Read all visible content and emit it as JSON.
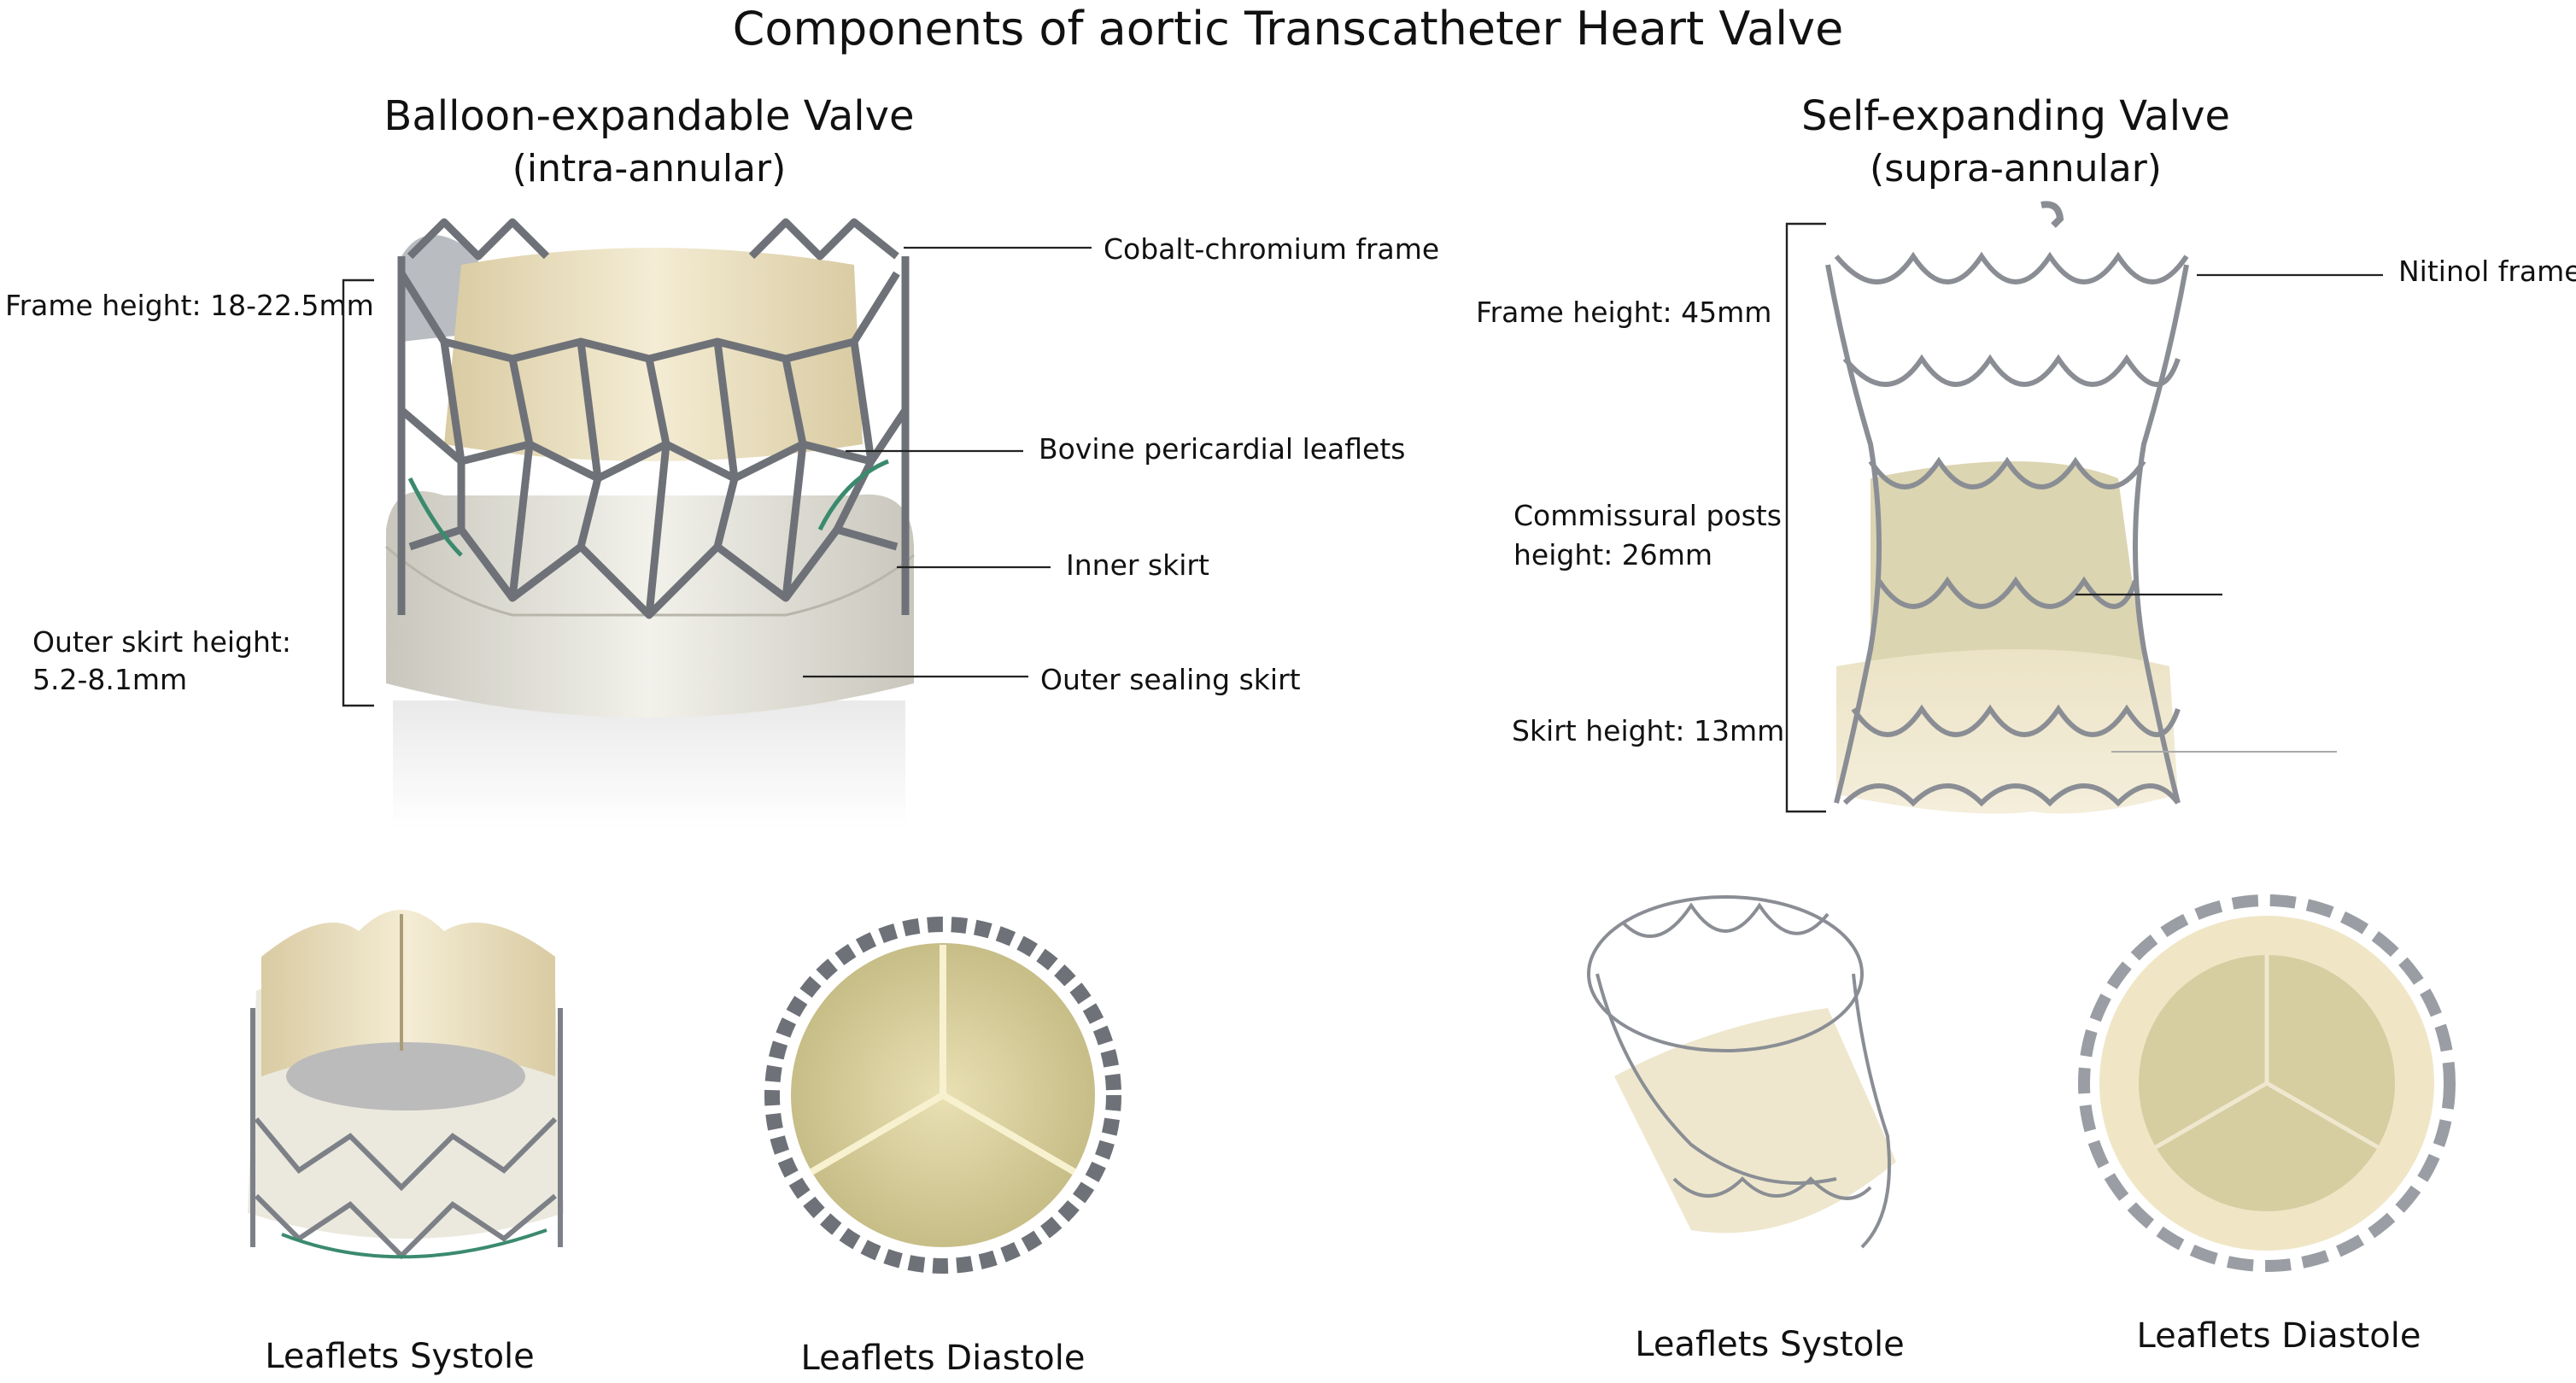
{
  "title": "Components of aortic Transcatheter Heart Valve",
  "left": {
    "heading": "Balloon-expandable Valve",
    "subheading": "(intra-annular)",
    "labels": {
      "frame": "Cobalt-chromium frame",
      "leaflets": "Bovine pericardial leaflets",
      "inner_skirt": "Inner skirt",
      "outer_skirt": "Outer sealing skirt",
      "frame_height": "Frame height: 18-22.5mm",
      "outer_skirt_height_line1": "Outer skirt height:",
      "outer_skirt_height_line2": "5.2-8.1mm"
    },
    "captions": {
      "systole": "Leaflets Systole",
      "diastole": "Leaflets Diastole"
    }
  },
  "right": {
    "heading": "Self-expanding Valve",
    "subheading": "(supra-annular)",
    "labels": {
      "frame": "Nitinol frame",
      "frame_height": "Frame height: 45mm",
      "commissural_line1": "Commissural posts",
      "commissural_line2": "height: 26mm",
      "skirt_height": "Skirt height: 13mm"
    },
    "captions": {
      "systole": "Leaflets Systole",
      "diastole": "Leaflets Diastole"
    }
  },
  "colors": {
    "metal": "#7d8187",
    "metal_light": "#c4c8cd",
    "tissue": "#efe5c9",
    "tissue_dark": "#d9cba2",
    "skirt": "#ecebe4",
    "leaflet_green": "#cfc99a",
    "leader_line": "#222222"
  }
}
